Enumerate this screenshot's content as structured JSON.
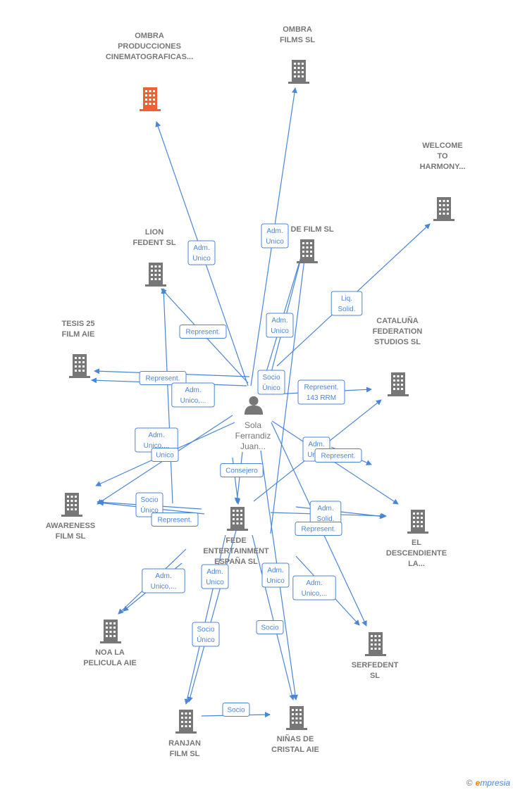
{
  "colors": {
    "edge": "#4a86d8",
    "node": "#777777",
    "highlight": "#f06030",
    "label": "#777777"
  },
  "person": {
    "id": "sola",
    "lines": [
      "Sola",
      "Ferrandiz",
      "Juan..."
    ]
  },
  "nodes": [
    {
      "id": "ombra_prod",
      "lines": [
        "OMBRA",
        "PRODUCCIONES",
        "CINEMATOGRAFICAS..."
      ],
      "highlight": true
    },
    {
      "id": "ombra_films",
      "lines": [
        "OMBRA",
        "FILMS SL"
      ]
    },
    {
      "id": "welcome",
      "lines": [
        "WELCOME",
        "TO",
        "HARMONY..."
      ]
    },
    {
      "id": "de_film",
      "lines": [
        "DE FILM  SL"
      ]
    },
    {
      "id": "lion",
      "lines": [
        "LION",
        "FEDENT  SL"
      ]
    },
    {
      "id": "tesis",
      "lines": [
        "TESIS 25",
        "FILM AIE"
      ]
    },
    {
      "id": "cataluna",
      "lines": [
        "CATALUÑA",
        "FEDERATION",
        "STUDIOS  SL"
      ]
    },
    {
      "id": "awareness",
      "lines": [
        "AWARENESS",
        "FILM  SL"
      ]
    },
    {
      "id": "fede",
      "lines": [
        "FEDE",
        "ENTERTAINMENT",
        "ESPAÑA  SL"
      ]
    },
    {
      "id": "descendiente",
      "lines": [
        "EL",
        "DESCENDIENTE",
        "LA..."
      ]
    },
    {
      "id": "noa",
      "lines": [
        "NOA LA",
        "PELICULA AIE"
      ]
    },
    {
      "id": "serfedent",
      "lines": [
        "SERFEDENT",
        "SL"
      ]
    },
    {
      "id": "ranjan",
      "lines": [
        "RANJAN",
        "FILM  SL"
      ]
    },
    {
      "id": "ninas",
      "lines": [
        "NIÑAS DE",
        "CRISTAL AIE"
      ]
    }
  ],
  "edge_labels": [
    {
      "id": "e1",
      "lines": [
        "Adm.",
        "Unico"
      ]
    },
    {
      "id": "e2",
      "lines": [
        "Adm.",
        "Unico"
      ]
    },
    {
      "id": "e3",
      "lines": [
        "Liq.",
        "Solid."
      ]
    },
    {
      "id": "e4",
      "lines": [
        "Adm.",
        "Unico"
      ]
    },
    {
      "id": "e5",
      "lines": [
        "Represent."
      ]
    },
    {
      "id": "e6",
      "lines": [
        "Represent."
      ]
    },
    {
      "id": "e7",
      "lines": [
        "Adm.",
        "Unico,..."
      ]
    },
    {
      "id": "e8",
      "lines": [
        "Socio",
        "Único"
      ]
    },
    {
      "id": "e9",
      "lines": [
        "Represent.",
        "143 RRM"
      ]
    },
    {
      "id": "e10",
      "lines": [
        "Adm.",
        "Unico,..."
      ]
    },
    {
      "id": "e11",
      "lines": [
        "Unico"
      ]
    },
    {
      "id": "e12",
      "lines": [
        "Adm.",
        "Unico"
      ]
    },
    {
      "id": "e13",
      "lines": [
        "Represent."
      ]
    },
    {
      "id": "e14",
      "lines": [
        "Consejero"
      ]
    },
    {
      "id": "e15",
      "lines": [
        "Socio",
        "Único"
      ]
    },
    {
      "id": "e16",
      "lines": [
        "Represent."
      ]
    },
    {
      "id": "e17",
      "lines": [
        "Adm.",
        "Solid."
      ]
    },
    {
      "id": "e18",
      "lines": [
        "Represent."
      ]
    },
    {
      "id": "e19",
      "lines": [
        "Adm.",
        "Unico,..."
      ]
    },
    {
      "id": "e20",
      "lines": [
        "Adm.",
        "Unico"
      ]
    },
    {
      "id": "e21",
      "lines": [
        "Adm.",
        "Unico"
      ]
    },
    {
      "id": "e22",
      "lines": [
        "Adm.",
        "Unico,..."
      ]
    },
    {
      "id": "e23",
      "lines": [
        "Socio",
        "Único"
      ]
    },
    {
      "id": "e24",
      "lines": [
        "Socio"
      ]
    },
    {
      "id": "e25",
      "lines": [
        "Socio"
      ]
    }
  ],
  "footer": {
    "copyright": "©",
    "brand_initial": "e",
    "brand_rest": "mpresia"
  }
}
